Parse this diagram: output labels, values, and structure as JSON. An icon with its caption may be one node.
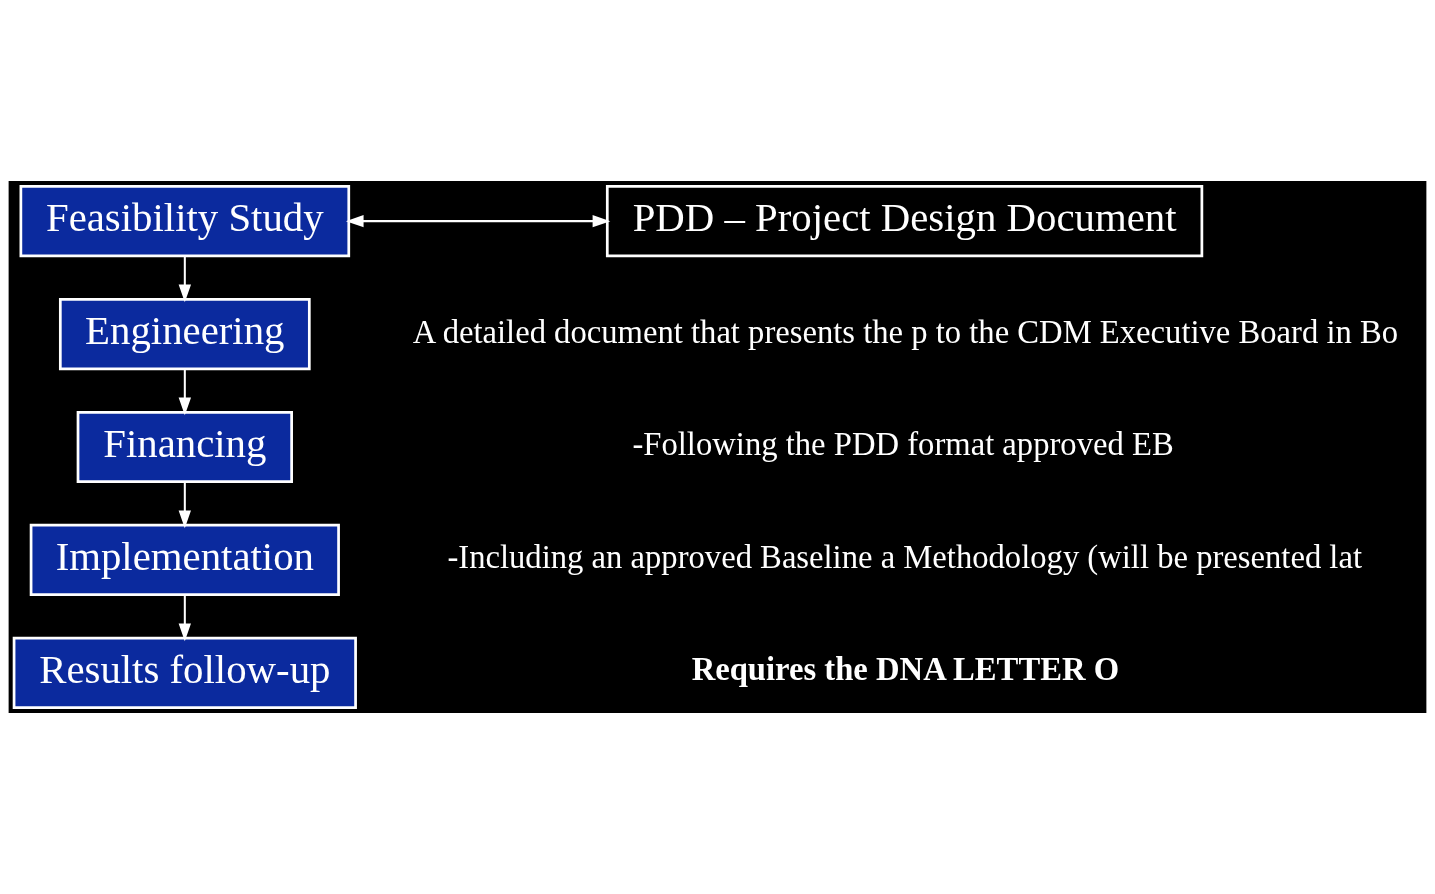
{
  "diagram": {
    "nodes": [
      {
        "text": [
          "Feasibility Study"
        ]
      },
      {
        "text": [
          "Engineering"
        ]
      },
      {
        "text": [
          "Financing"
        ]
      },
      {
        "text": [
          "Implementation"
        ]
      },
      {
        "text": [
          "Results follow-up"
        ]
      },
      {
        "text": [
          "PDD – Project Design Document"
        ]
      }
    ],
    "edges": [
      {
        "from": 0,
        "to": 1,
        "arrow": "to"
      },
      {
        "from": 1,
        "to": 2,
        "arrow": "to"
      },
      {
        "from": 2,
        "to": 3,
        "arrow": "to"
      },
      {
        "from": 3,
        "to": 4,
        "arrow": "to"
      },
      {
        "from": 5,
        "to": 0,
        "arrow": "both"
      }
    ],
    "labels": [
      "A detailed document that presents the p to the CDM Executive Board in Bo",
      "-Following the PDD format approved EB",
      "-Including an approved Baseline a Methodology (will be presented lat",
      "Requires the DNA LETTER O"
    ]
  }
}
